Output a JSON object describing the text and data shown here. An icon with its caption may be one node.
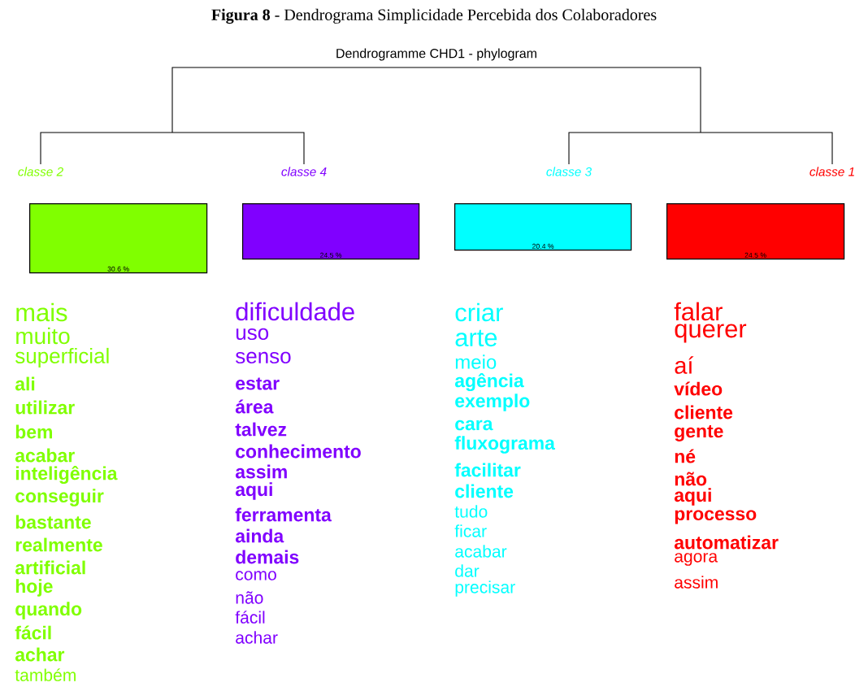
{
  "diagram": {
    "title": "**Figura 8** - Dendrograma Simplicidade Percebida dos Colaboradores",
    "nodes": [
      {
        "text": [
          "classe  2"
        ]
      },
      {
        "text": [
          "classe  4"
        ]
      },
      {
        "text": [
          "classe  3"
        ]
      },
      {
        "text": [
          "classe  1"
        ]
      },
      {
        "text": [
          "30.6 %"
        ],
        "beside": [
          "mais",
          "muito",
          "superficial",
          "ali",
          "utilizar",
          "bem",
          "acabar",
          "inteligência",
          "conseguir",
          "bastante",
          "realmente",
          "artificial",
          "hoje",
          "quando",
          "fácil",
          "achar",
          "também"
        ]
      },
      {
        "text": [
          "24.5 %"
        ],
        "beside": [
          "dificuldade",
          "uso",
          "senso",
          "estar",
          "área",
          "talvez",
          "conhecimento",
          "assim",
          "aqui",
          "ferramenta",
          "ainda",
          "demais",
          "como",
          "não",
          "fácil",
          "achar"
        ]
      },
      {
        "text": [
          "20.4 %"
        ],
        "beside": [
          "criar",
          "arte",
          "meio",
          "agência",
          "exemplo",
          "cara",
          "fluxograma",
          "facilitar",
          "cliente",
          "tudo",
          "ficar",
          "acabar",
          "dar",
          "precisar"
        ]
      },
      {
        "text": [
          "24.5 %"
        ],
        "beside": [
          "falar",
          "querer",
          "aí",
          "vídeo",
          "cliente",
          "gente",
          "né",
          "não",
          "aqui",
          "processo",
          "automatizar",
          "agora",
          "assim"
        ]
      }
    ],
    "labels": [
      "Dendrogramme CHD1 - phylogram"
    ]
  }
}
